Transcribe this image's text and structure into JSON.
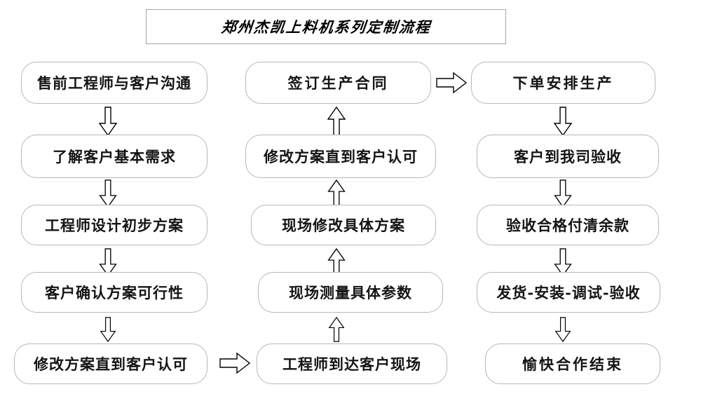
{
  "diagram": {
    "title": "郑州杰凯上料机系列定制流程",
    "type": "flowchart",
    "columns": [
      {
        "name": "column-1",
        "flow_direction": "top-to-bottom",
        "nodes": [
          {
            "id": "n1",
            "label": "售前工程师与客户沟通"
          },
          {
            "id": "n2",
            "label": "了解客户基本需求"
          },
          {
            "id": "n3",
            "label": "工程师设计初步方案"
          },
          {
            "id": "n4",
            "label": "客户确认方案可行性"
          },
          {
            "id": "n5",
            "label": "修改方案直到客户认可"
          }
        ]
      },
      {
        "name": "column-2",
        "flow_direction": "bottom-to-top",
        "nodes": [
          {
            "id": "n6",
            "label": "签订生产合同"
          },
          {
            "id": "n7",
            "label": "修改方案直到客户认可"
          },
          {
            "id": "n8",
            "label": "现场修改具体方案"
          },
          {
            "id": "n9",
            "label": "现场测量具体参数"
          },
          {
            "id": "n10",
            "label": "工程师到达客户现场"
          }
        ]
      },
      {
        "name": "column-3",
        "flow_direction": "top-to-bottom",
        "nodes": [
          {
            "id": "n11",
            "label": "下单安排生产"
          },
          {
            "id": "n12",
            "label": "客户到我司验收"
          },
          {
            "id": "n13",
            "label": "验收合格付清余款"
          },
          {
            "id": "n14",
            "label": "发货-安装-调试-验收"
          },
          {
            "id": "n15",
            "label": "愉快合作结束"
          }
        ]
      }
    ],
    "connectors": [
      {
        "id": "a1",
        "direction": "down",
        "from": "n1",
        "to": "n2"
      },
      {
        "id": "a2",
        "direction": "down",
        "from": "n2",
        "to": "n3"
      },
      {
        "id": "a3",
        "direction": "down",
        "from": "n3",
        "to": "n4"
      },
      {
        "id": "a4",
        "direction": "down",
        "from": "n4",
        "to": "n5"
      },
      {
        "id": "a5",
        "direction": "right",
        "from": "n5",
        "to": "n10"
      },
      {
        "id": "a6",
        "direction": "up",
        "from": "n10",
        "to": "n9"
      },
      {
        "id": "a7",
        "direction": "up",
        "from": "n9",
        "to": "n8"
      },
      {
        "id": "a8",
        "direction": "up",
        "from": "n8",
        "to": "n7"
      },
      {
        "id": "a9",
        "direction": "up",
        "from": "n7",
        "to": "n6"
      },
      {
        "id": "a10",
        "direction": "right",
        "from": "n6",
        "to": "n11"
      },
      {
        "id": "a11",
        "direction": "down",
        "from": "n11",
        "to": "n12"
      },
      {
        "id": "a12",
        "direction": "down",
        "from": "n12",
        "to": "n13"
      },
      {
        "id": "a13",
        "direction": "down",
        "from": "n13",
        "to": "n14"
      },
      {
        "id": "a14",
        "direction": "down",
        "from": "n14",
        "to": "n15"
      }
    ],
    "colors": {
      "background": "#ffffff",
      "node_border": "#b8b8b8",
      "node_fill": "#ffffff",
      "title_border": "#a6a6a6",
      "text": "#141414",
      "arrow_stroke": "#000000",
      "arrow_fill": "#ffffff"
    }
  }
}
